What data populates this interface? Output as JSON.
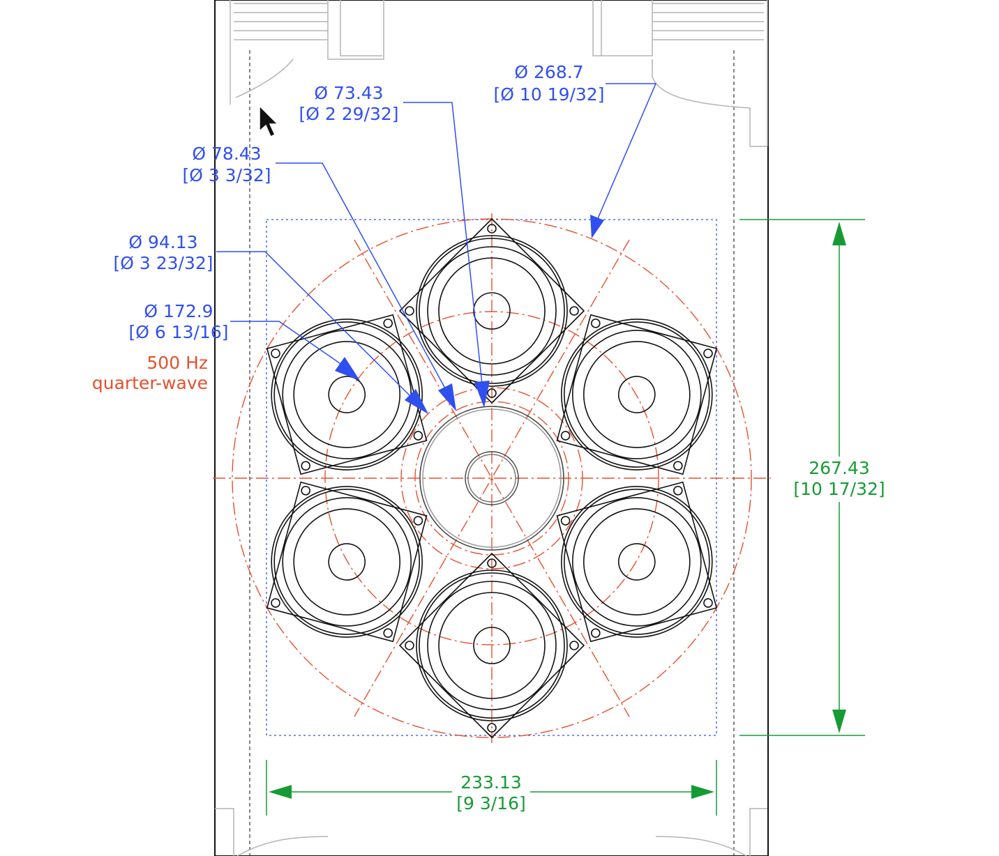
{
  "colors": {
    "dimension_blue": "#2f4ff0",
    "dimension_green": "#169b34",
    "centerline_red": "#e5502d",
    "outline_black": "#111111",
    "background_gray": "#b4b4b4"
  },
  "labels": {
    "dia_26870": {
      "metric": "Ø 268.7",
      "imperial": "[Ø 10 19/32]"
    },
    "dia_7343": {
      "metric": "Ø 73.43",
      "imperial": "[Ø 2 29/32]"
    },
    "dia_7843": {
      "metric": "Ø 78.43",
      "imperial": "[Ø 3 3/32]"
    },
    "dia_9413": {
      "metric": "Ø 94.13",
      "imperial": "[Ø 3 23/32]"
    },
    "dia_1729": {
      "metric": "Ø 172.9",
      "imperial": "[Ø 6 13/16]"
    },
    "quarter_wave": {
      "line1": "500 Hz",
      "line2": "quarter-wave"
    },
    "height_dim": {
      "metric": "267.43",
      "imperial": "[10 17/32]"
    },
    "width_dim": {
      "metric": "233.13",
      "imperial": "[9 3/16]"
    }
  },
  "icons": {
    "cursor": "mouse-pointer-icon"
  }
}
